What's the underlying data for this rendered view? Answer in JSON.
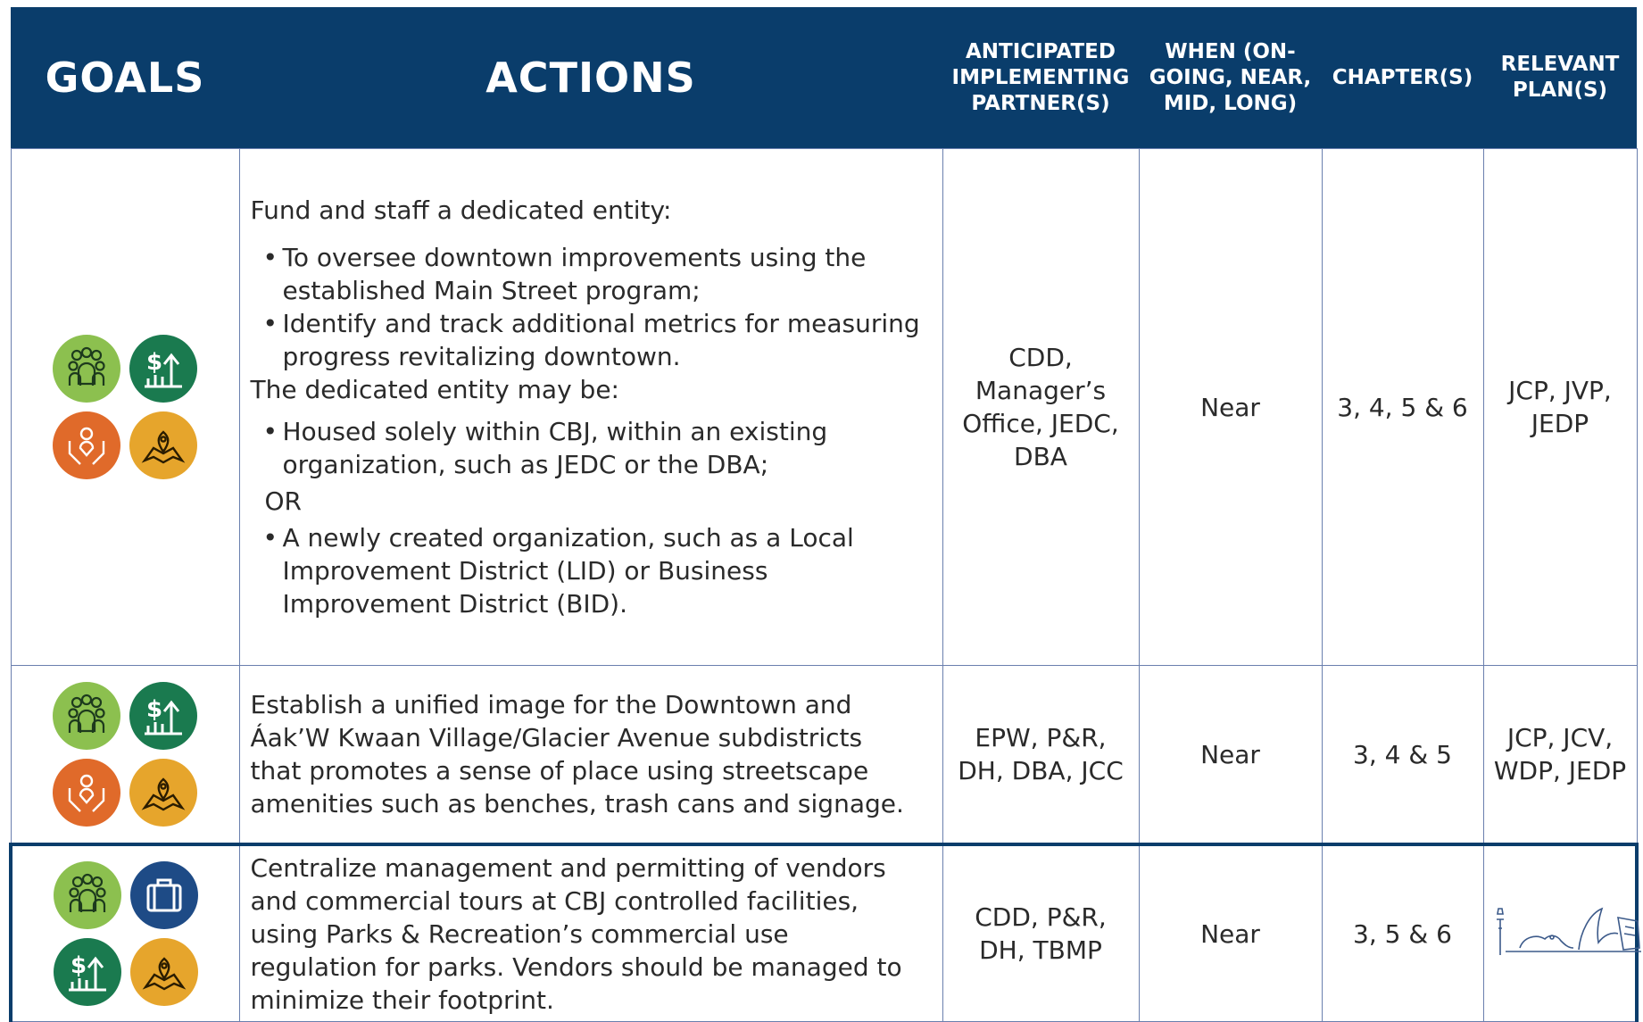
{
  "header": {
    "goals": "GOALS",
    "actions": "ACTIONS",
    "partners": "ANTICIPATED IMPLEMENTING PARTNER(S)",
    "when": "WHEN (ON-GOING, NEAR, MID, LONG)",
    "chapters": "CHAPTER(S)",
    "plans": "RELEVANT PLAN(S)"
  },
  "colors": {
    "header_bg": "#0a3d6b",
    "community_icon": "#8cc04f",
    "economy_icon": "#1a7a4f",
    "care_icon": "#e06a2a",
    "map_icon": "#e6a52c",
    "briefcase_icon": "#1e4b86"
  },
  "rows": [
    {
      "goal_icons": [
        "community-icon",
        "economy-icon",
        "care-icon",
        "map-icon"
      ],
      "intro": "Fund and staff a dedicated entity:",
      "bullets_a": [
        "To oversee downtown improvements using the established Main Street program;",
        "Identify and track additional metrics for measuring progress revitalizing downtown."
      ],
      "mid": "The dedicated entity may be:",
      "bullets_b": [
        "Housed solely within CBJ, within an existing organization, such as JEDC or the DBA;"
      ],
      "or": "OR",
      "bullets_c": [
        "A newly created organization, such as a Local Improvement District (LID) or Business Improvement District (BID)."
      ],
      "partners": "CDD, Manager’s Office, JEDC, DBA",
      "when": "Near",
      "chapters": "3, 4, 5 & 6",
      "plans": "JCP, JVP, JEDP"
    },
    {
      "goal_icons": [
        "community-icon",
        "economy-icon",
        "care-icon",
        "map-icon"
      ],
      "action": "Establish a unified image for  the Downtown and Áak’W Kwaan Village/Glacier Avenue subdistricts that promotes a sense of place using streetscape amenities such as benches, trash cans and signage.",
      "partners": "EPW, P&R, DH, DBA, JCC",
      "when": "Near",
      "chapters": "3, 4 & 5",
      "plans": "JCP, JCV, WDP, JEDP"
    },
    {
      "goal_icons": [
        "community-icon",
        "briefcase-icon",
        "economy-icon",
        "map-icon"
      ],
      "action": "Centralize management and permitting of vendors and commercial tours at CBJ controlled facilities, using Parks & Recreation’s commercial use regulation for parks. Vendors should be managed to minimize their footprint.",
      "partners": "CDD, P&R, DH, TBMP",
      "when": "Near",
      "chapters": "3, 5  & 6",
      "plans_icon": "waterfront-illustration-icon"
    }
  ]
}
